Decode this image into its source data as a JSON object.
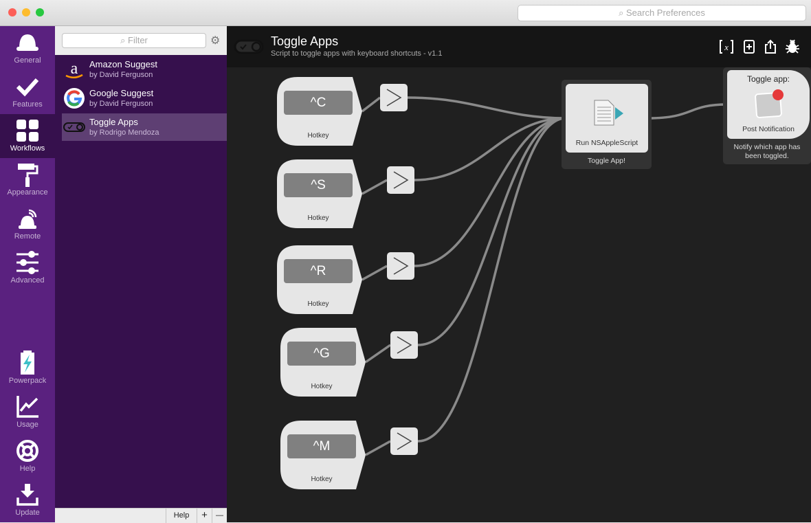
{
  "window": {
    "search_placeholder": "Search Preferences"
  },
  "nav": {
    "items": [
      {
        "label": "General",
        "icon": "hat-icon"
      },
      {
        "label": "Features",
        "icon": "checkmark-icon"
      },
      {
        "label": "Workflows",
        "icon": "grid-icon",
        "selected": true
      },
      {
        "label": "Appearance",
        "icon": "paint-roller-icon"
      },
      {
        "label": "Remote",
        "icon": "remote-icon"
      },
      {
        "label": "Advanced",
        "icon": "sliders-icon"
      },
      {
        "label": "Powerpack",
        "icon": "battery-bolt-icon"
      },
      {
        "label": "Usage",
        "icon": "chart-icon"
      },
      {
        "label": "Help",
        "icon": "lifebuoy-icon"
      },
      {
        "label": "Update",
        "icon": "download-icon"
      }
    ]
  },
  "list": {
    "filter_placeholder": "Filter",
    "items": [
      {
        "title": "Amazon Suggest",
        "author": "by David Ferguson"
      },
      {
        "title": "Google Suggest",
        "author": "by David Ferguson"
      },
      {
        "title": "Toggle Apps",
        "author": "by Rodrigo Mendoza",
        "selected": true
      }
    ],
    "bottom": {
      "help": "Help",
      "add": "+",
      "remove": "—"
    }
  },
  "workflow": {
    "title": "Toggle Apps",
    "subtitle": "Script to toggle apps with keyboard shortcuts - v1.1",
    "toolbar_icons": [
      "variables-icon",
      "add-object-icon",
      "share-icon",
      "debug-bug-icon"
    ],
    "hotkeys": [
      {
        "key": "^C",
        "label": "Hotkey"
      },
      {
        "key": "^S",
        "label": "Hotkey"
      },
      {
        "key": "^R",
        "label": "Hotkey"
      },
      {
        "key": "^G",
        "label": "Hotkey"
      },
      {
        "key": "^M",
        "label": "Hotkey"
      }
    ],
    "script": {
      "label": "Run NSAppleScript",
      "caption": "Toggle App!"
    },
    "notification": {
      "title": "Toggle app:",
      "label": "Post Notification",
      "caption": "Notify which app has been toggled."
    },
    "colors": {
      "accent_purple": "#5a217f",
      "list_bg": "#36104d",
      "canvas": "#202020",
      "script_arrow": "#3aa6b5",
      "notify_dot": "#e5393a"
    }
  }
}
